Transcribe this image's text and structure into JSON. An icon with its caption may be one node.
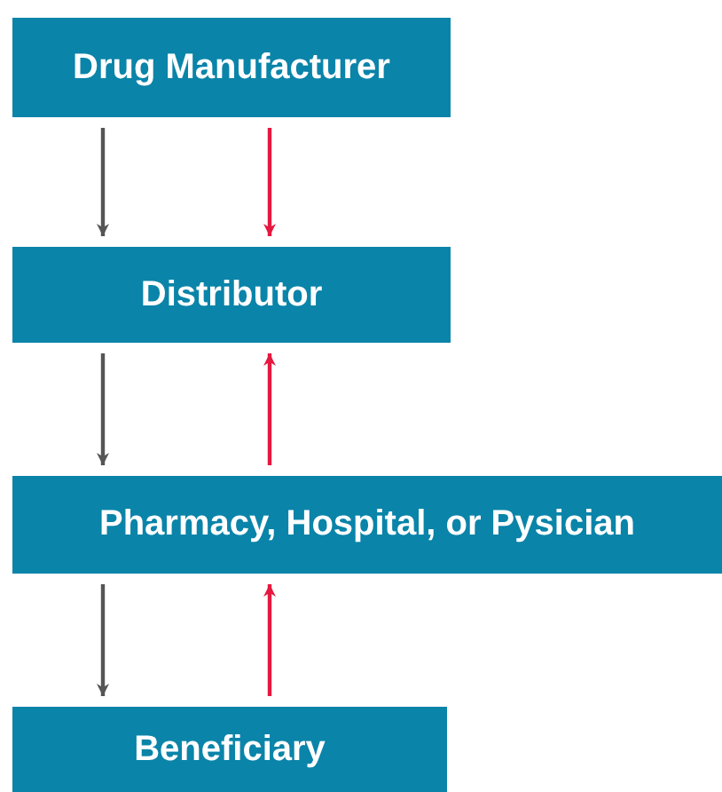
{
  "diagram": {
    "nodes": [
      {
        "text": [
          "Drug Manufacturer"
        ]
      },
      {
        "text": [
          "Distributor"
        ]
      },
      {
        "text": [
          "Pharmacy, Hospital, or Pysician"
        ]
      },
      {
        "text": [
          "Beneficiary"
        ]
      }
    ],
    "edges": [
      {
        "from": 0,
        "to": 1,
        "arrow": "to"
      },
      {
        "from": 0,
        "to": 1,
        "arrow": "to",
        "color": "#e5183f"
      },
      {
        "from": 1,
        "to": 2,
        "arrow": "to"
      },
      {
        "from": 2,
        "to": 1,
        "arrow": "to",
        "color": "#e5183f"
      },
      {
        "from": 2,
        "to": 3,
        "arrow": "to"
      },
      {
        "from": 3,
        "to": 2,
        "arrow": "to",
        "color": "#e5183f"
      }
    ]
  }
}
